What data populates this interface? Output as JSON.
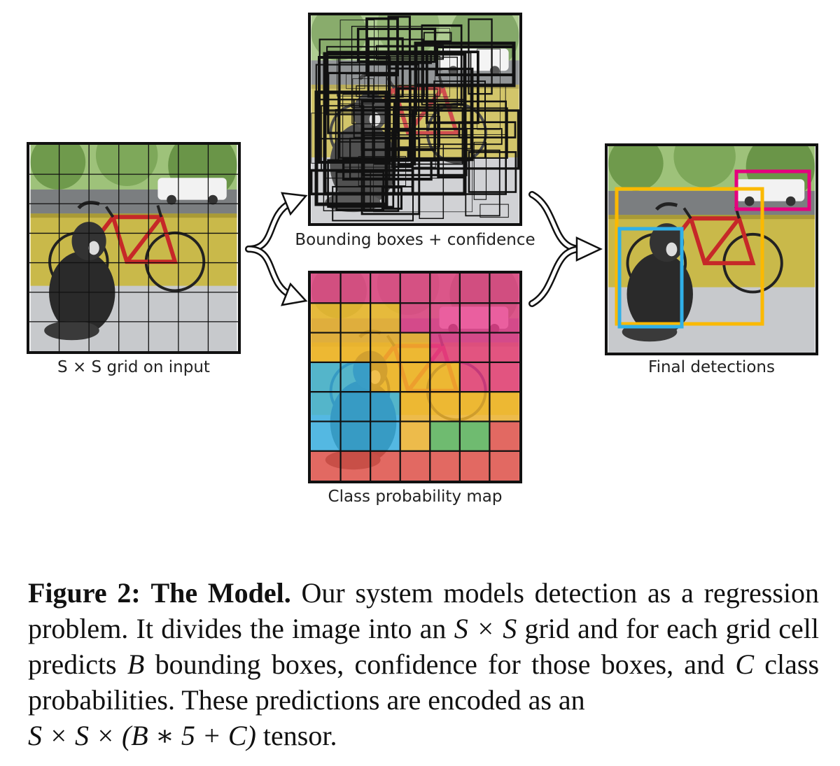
{
  "panels": {
    "input_label": "S × S grid on input",
    "boxes_label": "Bounding boxes + confidence",
    "probmap_label": "Class probability map",
    "final_label": "Final detections"
  },
  "grid": {
    "rows": 7,
    "cols": 7
  },
  "class_colors": {
    "dog": "#3bb4e6",
    "bicycle": "#f5b82e",
    "car": "#e83e8c",
    "dining_table": "#5cb85c",
    "other": "#e8544a"
  },
  "class_map": [
    [
      "car",
      "car",
      "car",
      "car",
      "car",
      "car",
      "car"
    ],
    [
      "bicycle",
      "bicycle",
      "bicycle",
      "car",
      "car",
      "car",
      "car"
    ],
    [
      "bicycle",
      "bicycle",
      "bicycle",
      "bicycle",
      "car",
      "car",
      "car"
    ],
    [
      "dog",
      "dog",
      "bicycle",
      "bicycle",
      "bicycle",
      "car",
      "car"
    ],
    [
      "dog",
      "dog",
      "dog",
      "bicycle",
      "bicycle",
      "bicycle",
      "bicycle"
    ],
    [
      "dog",
      "dog",
      "dog",
      "bicycle",
      "dining_table",
      "dining_table",
      "other"
    ],
    [
      "other",
      "other",
      "other",
      "other",
      "other",
      "other",
      "other"
    ]
  ],
  "detections": [
    {
      "class": "car",
      "color": "#e5007e"
    },
    {
      "class": "bicycle",
      "color": "#fbb900"
    },
    {
      "class": "dog",
      "color": "#30b0e8"
    }
  ],
  "caption": {
    "figure_label": "Figure 2:",
    "title": "The Model.",
    "text_1": "Our system models detection as a regression problem. It divides the image into an",
    "math_1": "S × S",
    "text_2": "grid and for each grid cell predicts",
    "math_2": "B",
    "text_3": "bounding boxes, confidence for those boxes, and",
    "math_3": "C",
    "text_4": "class probabilities. These predictions are encoded as an",
    "math_4": "S × S × (B ∗ 5 + C)",
    "text_5": "tensor."
  }
}
